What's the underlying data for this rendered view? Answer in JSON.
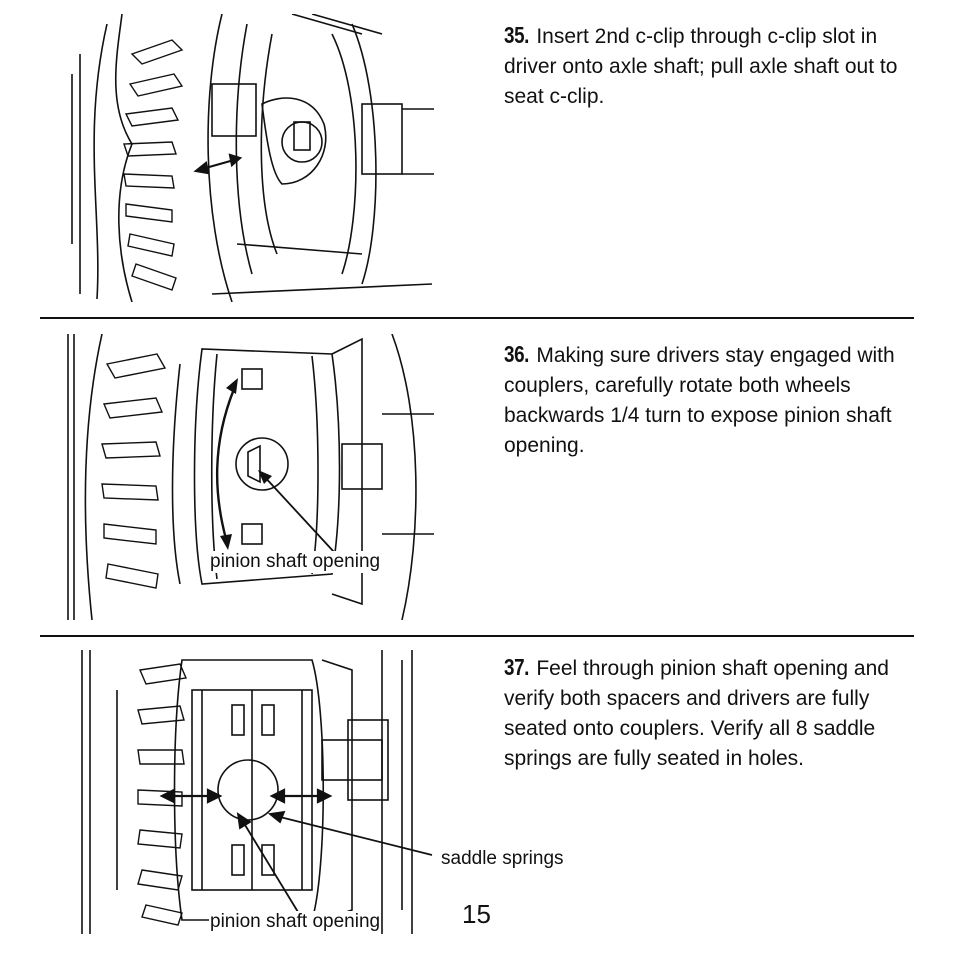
{
  "steps": [
    {
      "number": "35.",
      "text": "Insert 2nd c-clip through c-clip slot in driver onto axle shaft; pull axle shaft out to seat c-clip."
    },
    {
      "number": "36.",
      "text": "Making sure drivers stay engaged with couplers, carefully rotate both wheels backwards 1/4 turn to expose pinion shaft opening."
    },
    {
      "number": "37.",
      "text": "Feel through pinion shaft opening and verify both spacers and drivers are fully seated onto couplers.  Verify all 8 saddle springs are fully seated in holes."
    }
  ],
  "labels": {
    "fig36_pinion": "pinion shaft opening",
    "fig37_saddle": "saddle springs",
    "fig37_pinion": "pinion shaft opening"
  },
  "page_number": "15"
}
